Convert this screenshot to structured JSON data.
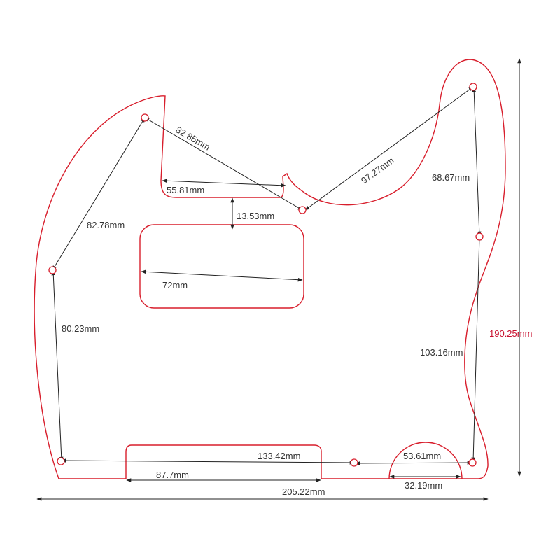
{
  "colors": {
    "outline": "#d81e2c",
    "dimension_line": "#222222",
    "text": "#333333",
    "height_label": "#c8102e"
  },
  "dimensions": {
    "d_82_85": "82.85mm",
    "d_55_81": "55.81mm",
    "d_13_53": "13.53mm",
    "d_97_27": "97.27mm",
    "d_68_67": "68.67mm",
    "d_82_78": "82.78mm",
    "d_72": "72mm",
    "d_80_23": "80.23mm",
    "d_103_16": "103.16mm",
    "d_133_42": "133.42mm",
    "d_53_61": "53.61mm",
    "d_87_7": "87.7mm",
    "d_32_19": "32.19mm",
    "d_205_22": "205.22mm",
    "d_190_25": "190.25mm"
  }
}
